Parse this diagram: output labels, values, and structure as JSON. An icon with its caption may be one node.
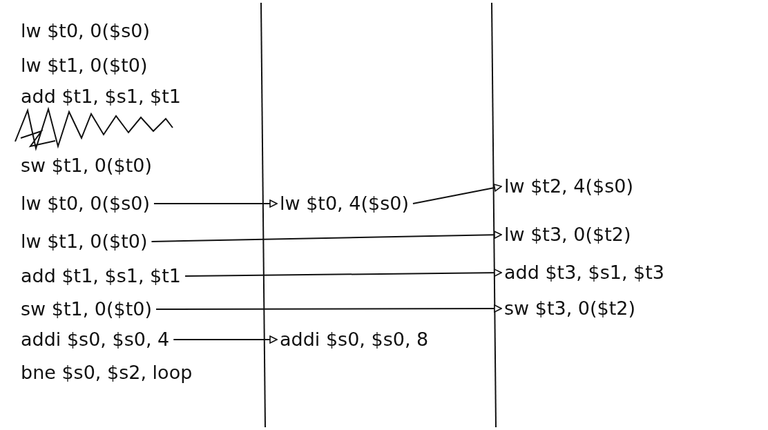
{
  "diagram": {
    "nodes": [
      {
        "text": [
          "lw $t0, 0($s0)"
        ]
      },
      {
        "text": [
          "lw $t0, 4($s0)"
        ]
      },
      {
        "text": [
          "lw $t2, 4($s0)"
        ]
      },
      {
        "text": [
          "lw $t1, 0($t0)"
        ]
      },
      {
        "text": [
          "lw $t3, 0($t2)"
        ]
      },
      {
        "text": [
          "add $t1, $s1, $t1"
        ]
      },
      {
        "text": [
          "add $t3, $s1, $t3"
        ]
      },
      {
        "text": [
          "sw $t1, 0($t0)"
        ]
      },
      {
        "text": [
          "sw $t3, 0($t2)"
        ]
      },
      {
        "text": [
          "addi $s0, $s0, 4"
        ]
      },
      {
        "text": [
          "addi $s0, $s0, 8"
        ]
      }
    ],
    "edges": [
      {
        "from": 0,
        "to": 1,
        "arrow": "to"
      },
      {
        "from": 1,
        "to": 2,
        "arrow": "to"
      },
      {
        "from": 3,
        "to": 4,
        "arrow": "to"
      },
      {
        "from": 5,
        "to": 6,
        "arrow": "to"
      },
      {
        "from": 7,
        "to": 8,
        "arrow": "to"
      },
      {
        "from": 9,
        "to": 10,
        "arrow": "to"
      }
    ],
    "labels": [
      "lw $t0, 0($s0)",
      "lw $t1, 0($t0)",
      "add $t1, $s1, $t1",
      "sw $t1, 0($t0)",
      "bne $s0, $s2, loop"
    ]
  }
}
